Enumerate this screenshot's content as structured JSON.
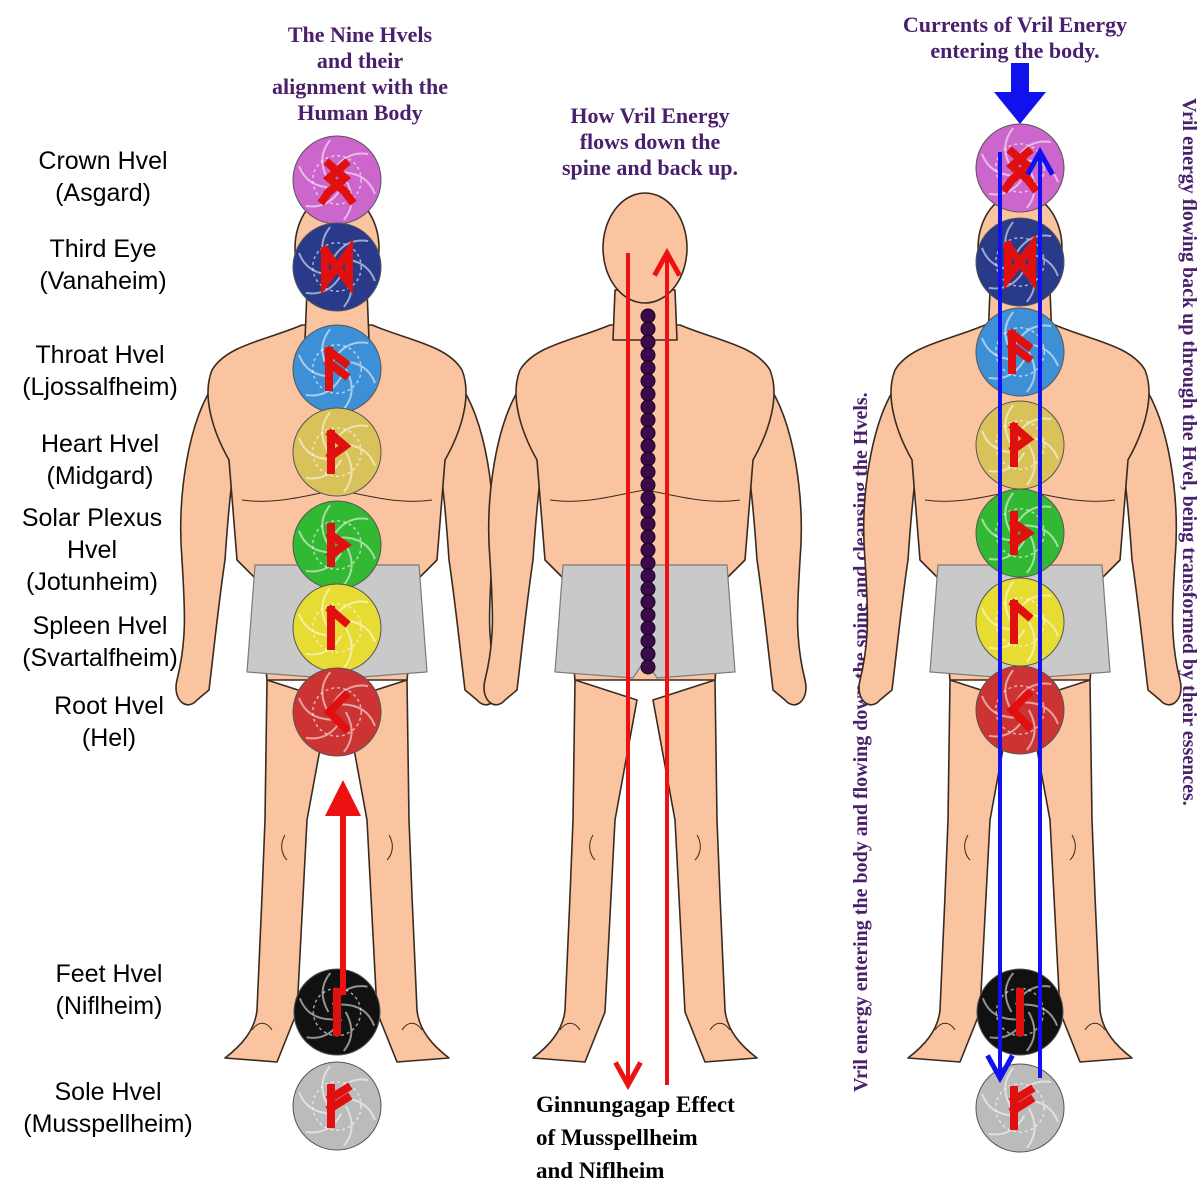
{
  "titles": {
    "left": [
      "The Nine Hvels",
      "and their",
      "alignment with the",
      "Human Body"
    ],
    "middle": [
      "How Vril Energy",
      "flows down the",
      "spine and back up."
    ],
    "right": [
      "Currents of Vril Energy",
      "entering the body."
    ]
  },
  "hvels": [
    {
      "name": "Crown Hvel",
      "realm": "(Asgard)",
      "color": "#cc66cc",
      "rune": "othala-rune"
    },
    {
      "name": "Third Eye",
      "realm": "(Vanaheim)",
      "color": "#2a3a8a",
      "rune": "dagaz-rune"
    },
    {
      "name": "Throat Hvel",
      "realm": "(Ljossalfheim)",
      "color": "#3d8fd6",
      "rune": "ansuz-rune"
    },
    {
      "name": "Heart Hvel",
      "realm": "(Midgard)",
      "color": "#d9c25a",
      "rune": "wunjo-rune"
    },
    {
      "name": "Solar Plexus Hvel",
      "realm": "(Jotunheim)",
      "color": "#33b833",
      "rune": "thurisaz-rune"
    },
    {
      "name": "Spleen Hvel",
      "realm": "(Svartalfheim)",
      "color": "#e6dc33",
      "rune": "laguz-rune"
    },
    {
      "name": "Root Hvel",
      "realm": "(Hel)",
      "color": "#cc3333",
      "rune": "kenaz-rune"
    },
    {
      "name": "Feet Hvel",
      "realm": "(Niflheim)",
      "color": "#111111",
      "rune": "isa-rune"
    },
    {
      "name": "Sole Hvel",
      "realm": "(Musspellheim)",
      "color": "#bbbbbb",
      "rune": "fehu-rune"
    }
  ],
  "bottom_note": [
    "Ginnungagap Effect",
    "of Musspellheim",
    "and Niflheim"
  ],
  "vertical_left": "Vril energy entering the body and flowing down the spine and cleansing the Hvels.",
  "vertical_right": "Vril energy flowing back up through the Hvel, being transformed by their essences.",
  "colors": {
    "skin": "#f9c49f",
    "skin_outline": "#3a2a20",
    "shorts": "#c9c9c9",
    "title_purple": "#4a1f6b",
    "flow_red": "#ee1111",
    "flow_blue": "#1111ee",
    "spine": "#3b0a4a",
    "rune_red": "#e01010"
  }
}
